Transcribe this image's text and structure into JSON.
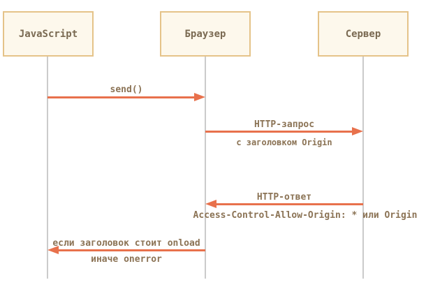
{
  "diagram": {
    "title": "CORS request sequence diagram",
    "actors": [
      {
        "id": "javascript",
        "label": "JavaScript"
      },
      {
        "id": "browser",
        "label": "Браузер"
      },
      {
        "id": "server",
        "label": "Сервер"
      }
    ],
    "messages": [
      {
        "from": "javascript",
        "to": "browser",
        "direction": "right",
        "label": "send()",
        "sublabel": ""
      },
      {
        "from": "browser",
        "to": "server",
        "direction": "right",
        "label": "HTTP-запрос",
        "sublabel": "с заголовком Origin"
      },
      {
        "from": "server",
        "to": "browser",
        "direction": "left",
        "label": "HTTP-ответ",
        "sublabel": "Access-Control-Allow-Origin: * или Origin"
      },
      {
        "from": "browser",
        "to": "javascript",
        "direction": "left",
        "label": "если заголовок стоит onload",
        "sublabel": "иначе onerror"
      }
    ],
    "colors": {
      "arrow": "#e8714c",
      "box_fill": "#fdf8ec",
      "box_border": "#e5c389",
      "box_text": "#7a6a52",
      "label_text": "#8b7355",
      "lifeline": "#cbcbcb",
      "background": "#ffffff"
    }
  }
}
